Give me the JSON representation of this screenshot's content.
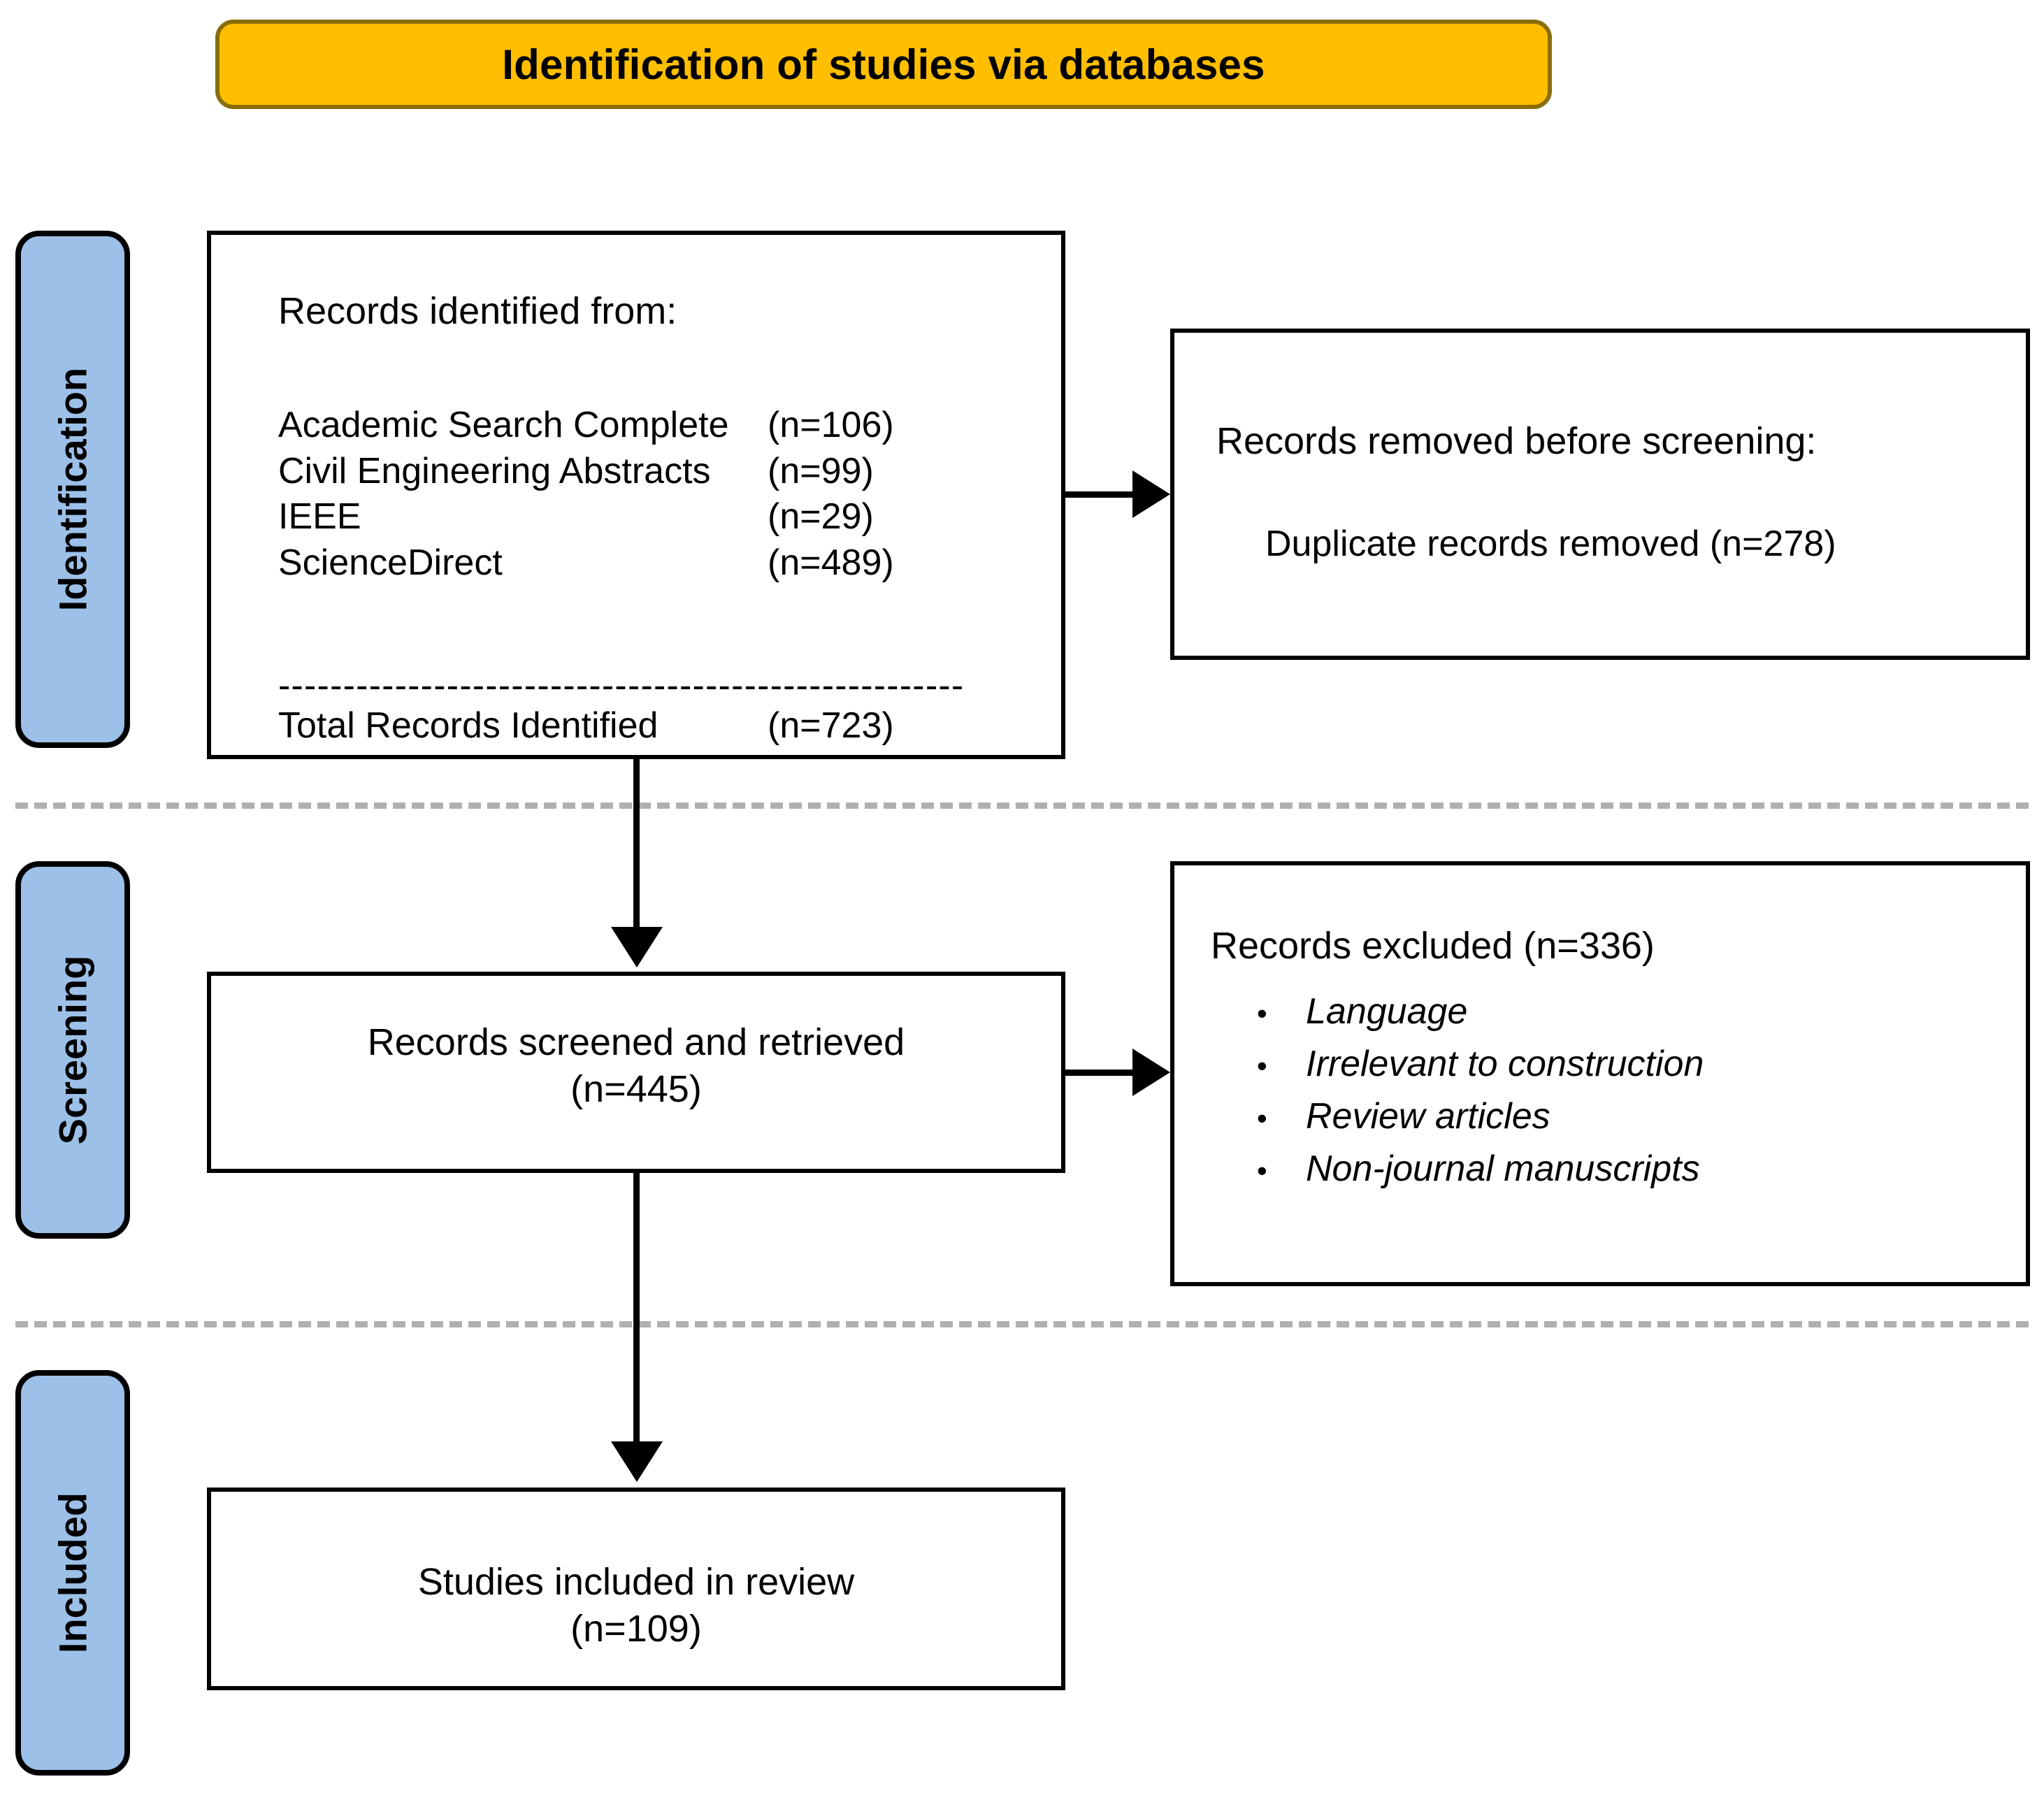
{
  "header": {
    "title": "Identification of studies via databases",
    "background_color": "#FFBF00",
    "border_color": "#8a6d0b"
  },
  "stages": [
    {
      "label": "Identification"
    },
    {
      "label": "Screening"
    },
    {
      "label": "Included"
    }
  ],
  "stage_color": "#9CC0E8",
  "identification_box": {
    "heading": "Records identified from:",
    "sources": [
      {
        "name": "Academic Search Complete",
        "count": "(n=106)"
      },
      {
        "name": "Civil Engineering Abstracts",
        "count": "(n=99)"
      },
      {
        "name": "IEEE",
        "count": "(n=29)"
      },
      {
        "name": "ScienceDirect",
        "count": "(n=489)"
      }
    ],
    "divider": "-----------------------------------------------------",
    "total_label": "Total Records Identified",
    "total_count": "(n=723)"
  },
  "removed_box": {
    "title": "Records removed before screening:",
    "line": "Duplicate records removed (n=278)"
  },
  "screened_box": {
    "line1": "Records screened and retrieved",
    "line2": "(n=445)"
  },
  "excluded_box": {
    "title": "Records excluded (n=336)",
    "bullet_glyph": "•",
    "reasons": [
      "Language",
      "Irrelevant to construction",
      "Review articles",
      "Non-journal manuscripts"
    ]
  },
  "included_box": {
    "line1": "Studies included in review",
    "line2": "(n=109)"
  }
}
